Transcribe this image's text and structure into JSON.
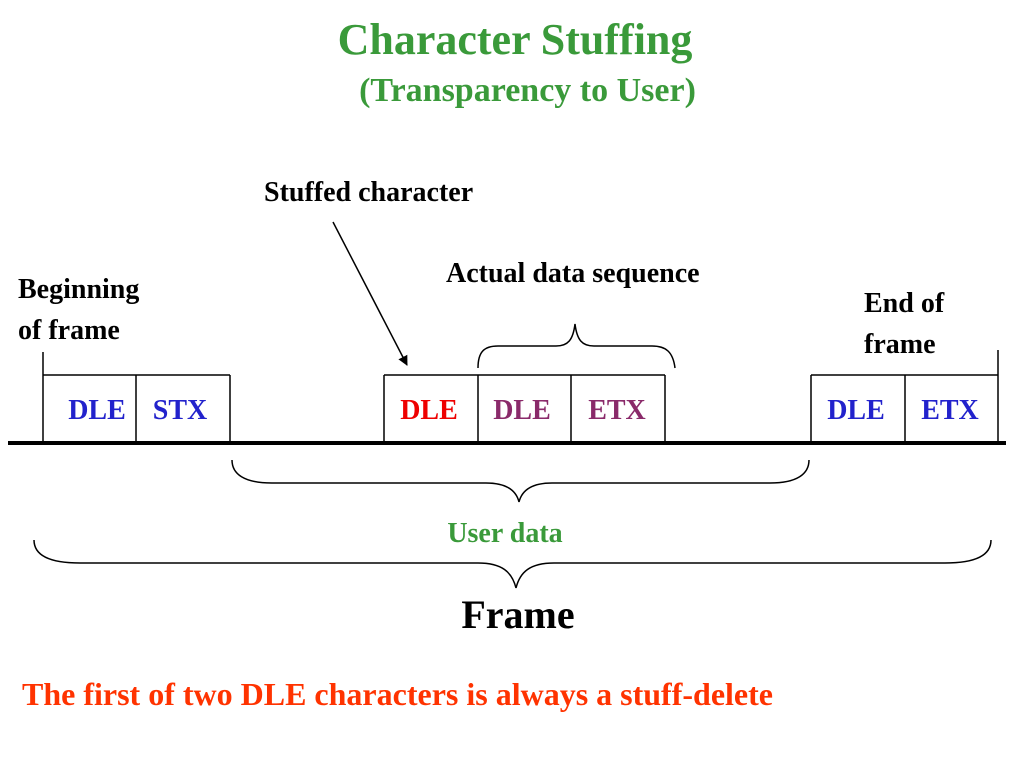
{
  "title": "Character Stuffing",
  "subtitle": "(Transparency to User)",
  "labels": {
    "stuffed_character": "Stuffed character",
    "actual_data_sequence": "Actual data sequence",
    "beginning_of_frame_line1": "Beginning",
    "beginning_of_frame_line2": "of frame",
    "end_of_frame_line1": "End of",
    "end_of_frame_line2": "frame",
    "user_data": "User data",
    "frame": "Frame"
  },
  "note": "The first of two DLE characters is always a stuff-delete",
  "cells": {
    "start_dle": "DLE",
    "start_stx": "STX",
    "stuffed_dle": "DLE",
    "data_dle": "DLE",
    "data_etx": "ETX",
    "end_dle": "DLE",
    "end_etx": "ETX"
  },
  "colors": {
    "title": "#3a9a3a",
    "user_data": "#3a9a3a",
    "note": "#ff3300",
    "control_char": "#2222cc",
    "stuffed_char": "#ee0000",
    "data_char": "#8a2a6a",
    "line": "#000000"
  }
}
